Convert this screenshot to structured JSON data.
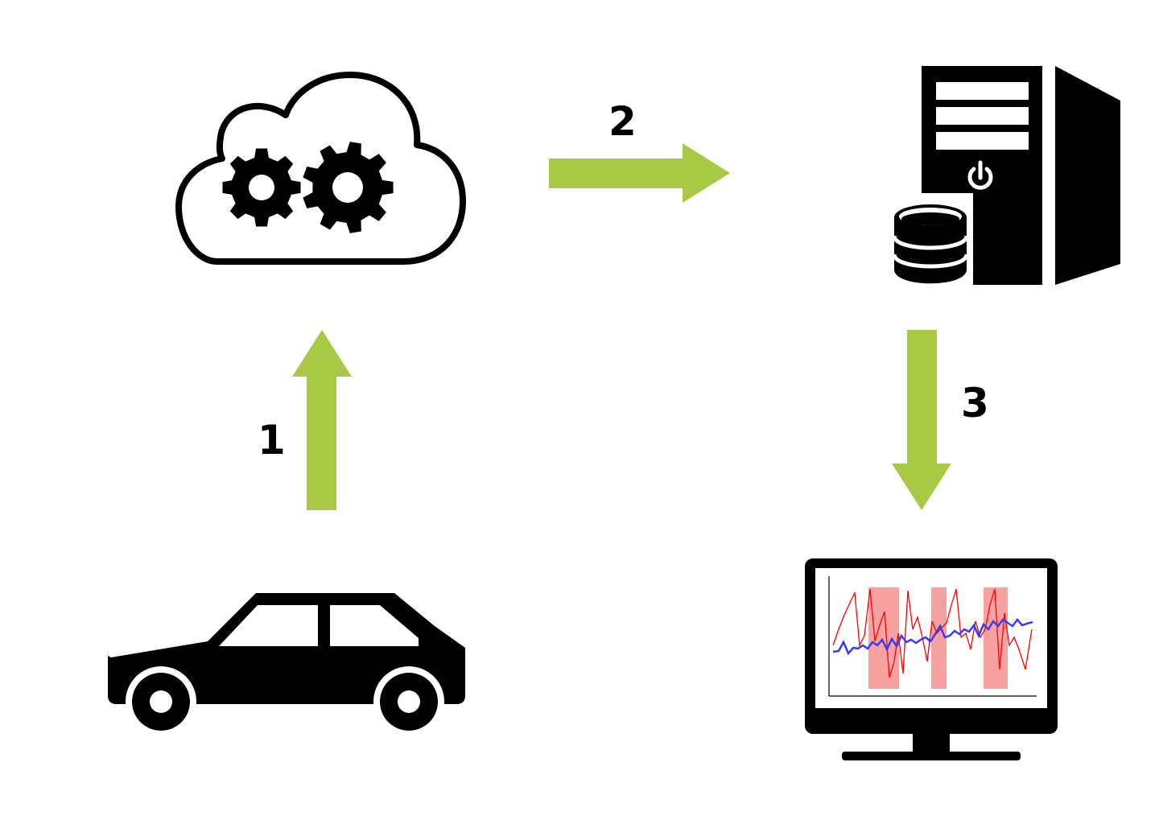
{
  "diagram": {
    "nodes": [
      {
        "id": "car",
        "icon": "car-icon"
      },
      {
        "id": "cloud",
        "icon": "cloud-gears-icon"
      },
      {
        "id": "server",
        "icon": "server-database-icon"
      },
      {
        "id": "monitor",
        "icon": "monitor-chart-icon"
      }
    ],
    "steps": [
      {
        "label": "1",
        "from": "car",
        "to": "cloud",
        "direction": "up"
      },
      {
        "label": "2",
        "from": "cloud",
        "to": "server",
        "direction": "right"
      },
      {
        "label": "3",
        "from": "server",
        "to": "monitor",
        "direction": "down"
      }
    ]
  },
  "colors": {
    "arrow": "#a8c943",
    "icon": "#000000",
    "chart_red": "#ff0000",
    "chart_blue": "#3b3bef",
    "chart_highlight": "#f7a1a1"
  }
}
